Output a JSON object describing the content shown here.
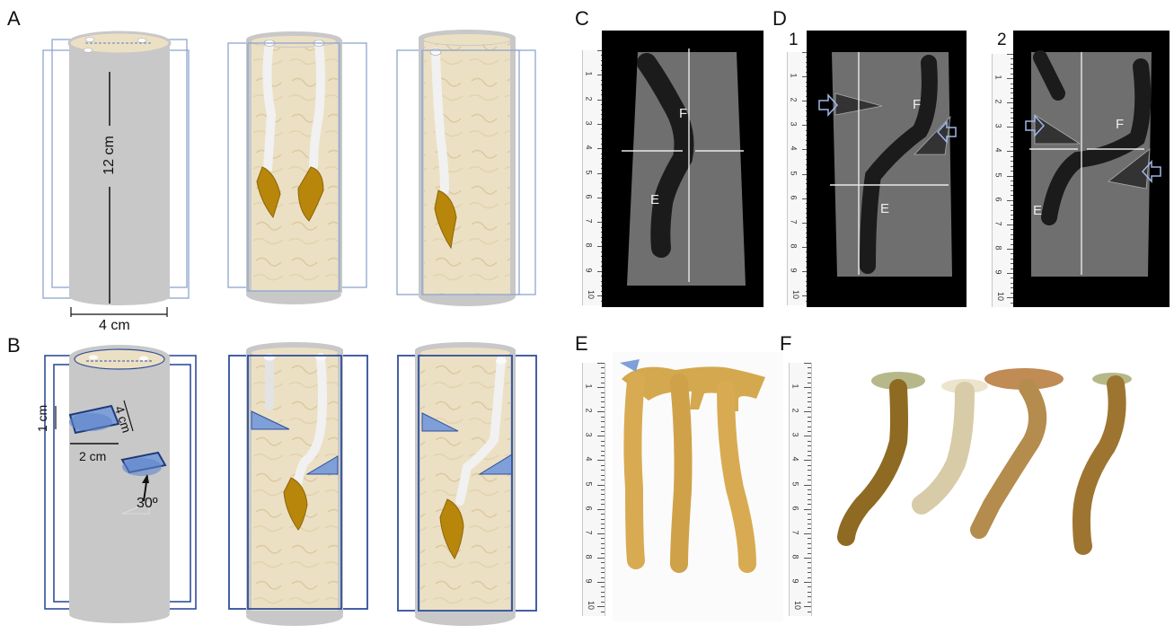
{
  "panels": {
    "A": "A",
    "B": "B",
    "C": "C",
    "D": "D",
    "E": "E",
    "F": "F",
    "D_sub": [
      "1",
      "2"
    ]
  },
  "dims": {
    "height": "12 cm",
    "width": "4 cm",
    "wedge_thick": "1 cm",
    "wedge_len": "4 cm",
    "wedge_w": "2 cm",
    "angle": "30º"
  },
  "ct_labels": {
    "E": "E",
    "F": "F"
  },
  "ruler_numbers": [
    "1",
    "2",
    "3",
    "4",
    "5",
    "6",
    "7",
    "8",
    "9",
    "10"
  ],
  "colors": {
    "cylinder": "#c8c8c8",
    "soil": "#ece0c4",
    "channel": "#f1f1f1",
    "larva": "#b8860b",
    "outline_light": "#8ea6cc",
    "outline_dark": "#2f4f9a",
    "wedge": "#7f9fd8",
    "ct_bg": "#000000",
    "ct_sample": "#6f6f6f"
  }
}
